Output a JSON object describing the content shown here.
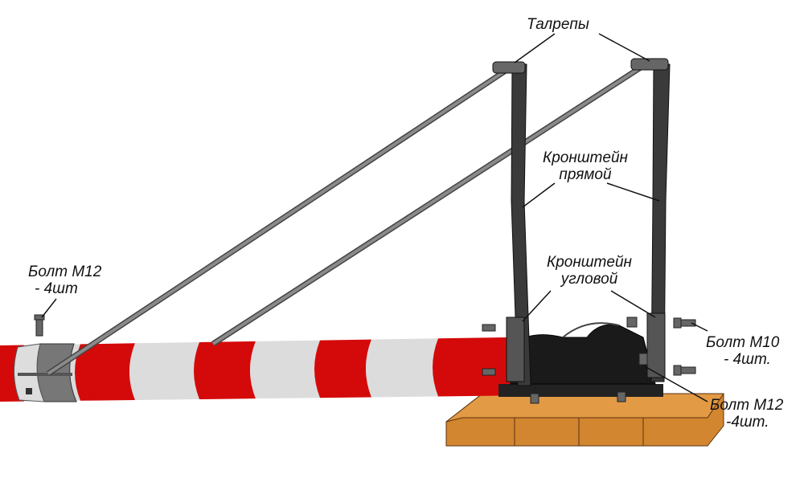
{
  "labels": {
    "turnbuckles": "Талрепы",
    "bracket_straight": [
      "Кронштейн",
      "прямой"
    ],
    "bracket_angle": [
      "Кронштейн",
      "угловой"
    ],
    "bolt_left": [
      "Болт М12",
      "- 4шт"
    ],
    "bolt_m10": [
      "Болт М10",
      "- 4шт."
    ],
    "bolt_m12_right": [
      "Болт М12",
      "-4шт."
    ]
  },
  "colors": {
    "stripe_red": "#d40a0a",
    "stripe_white": "#dcdcdc",
    "wood": "#d2862f",
    "metal": "#555555",
    "housing": "#1a1a1a"
  }
}
